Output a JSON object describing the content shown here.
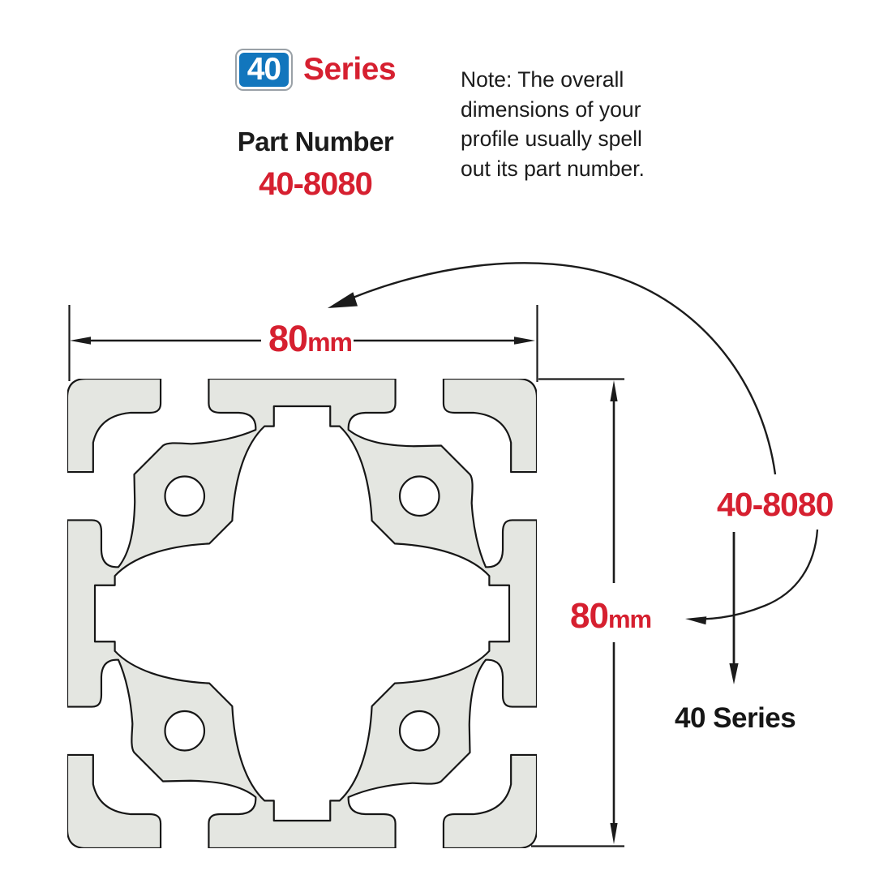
{
  "header": {
    "badge": "40",
    "series": "Series",
    "part_number_label": "Part Number",
    "part_number": "40-8080"
  },
  "note": {
    "lines": [
      "Note: The overall",
      "dimensions of your",
      "profile usually spell",
      "out its part number."
    ]
  },
  "dimensions": {
    "width": {
      "value": "80",
      "unit": "mm"
    },
    "height": {
      "value": "80",
      "unit": "mm"
    }
  },
  "callouts": {
    "part_number": "40-8080",
    "series": "40 Series"
  },
  "colors": {
    "accent_red": "#d62030",
    "badge_blue": "#1276bd",
    "profile_fill": "#e4e6e1",
    "line_black": "#1b1b1b"
  }
}
